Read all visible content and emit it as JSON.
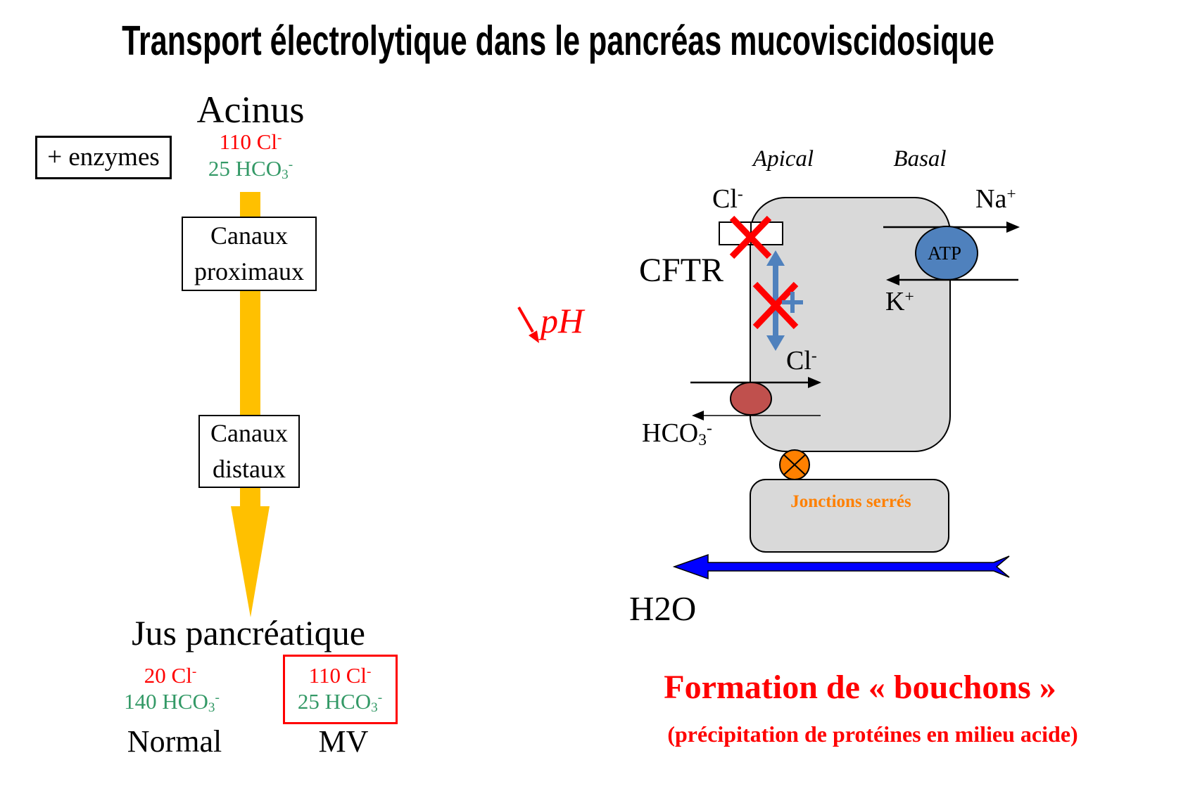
{
  "title": "Transport électrolytique dans le pancréas mucoviscidosique",
  "left": {
    "acinus_label": "Acinus",
    "acinus_cl": {
      "text": "110 Cl",
      "sup": "-"
    },
    "acinus_hco3": {
      "text": "25 HCO",
      "sub": "3",
      "sup": "-"
    },
    "enzymes_label": "+ enzymes",
    "canaux_proximaux": "Canaux\nproximaux",
    "canaux_distaux": "Canaux\ndistaux",
    "jus_label": "Jus pancréatique",
    "normal": {
      "cl": {
        "text": "20 Cl",
        "sup": "-"
      },
      "hco3": {
        "text": "140 HCO",
        "sub": "3",
        "sup": "-"
      },
      "label": "Normal"
    },
    "mv": {
      "cl": {
        "text": "110 Cl",
        "sup": "-"
      },
      "hco3": {
        "text": "25 HCO",
        "sub": "3",
        "sup": "-"
      },
      "label": "MV"
    }
  },
  "middle": {
    "ph_label": "pH"
  },
  "cell": {
    "apical_label": "Apical",
    "basal_label": "Basal",
    "cl_top": {
      "text": "Cl",
      "sup": "-"
    },
    "cftr_label": "CFTR",
    "na": {
      "text": "Na",
      "sup": "+"
    },
    "atp_label": "ATP",
    "k": {
      "text": "K",
      "sup": "+"
    },
    "cl_mid": {
      "text": "Cl",
      "sup": "-"
    },
    "hco3": {
      "text": "HCO",
      "sub": "3",
      "sup": "-"
    },
    "jonctions_label": "Jonctions serrés",
    "h2o_label": "H2O"
  },
  "conclusion": {
    "line1": "Formation de « bouchons »",
    "line2": "(précipitation de protéines en milieu acide)"
  },
  "colors": {
    "text_red": "#FF0000",
    "text_green": "#339966",
    "flow_arrow_yellow": "#FFC000",
    "transporter_blue": "#4F81BD",
    "exchanger_dark_red": "#C0504D",
    "junction_orange": "#FF8000",
    "water_arrow_blue": "#0000FF",
    "cell_gray": "#D9D9D9"
  }
}
